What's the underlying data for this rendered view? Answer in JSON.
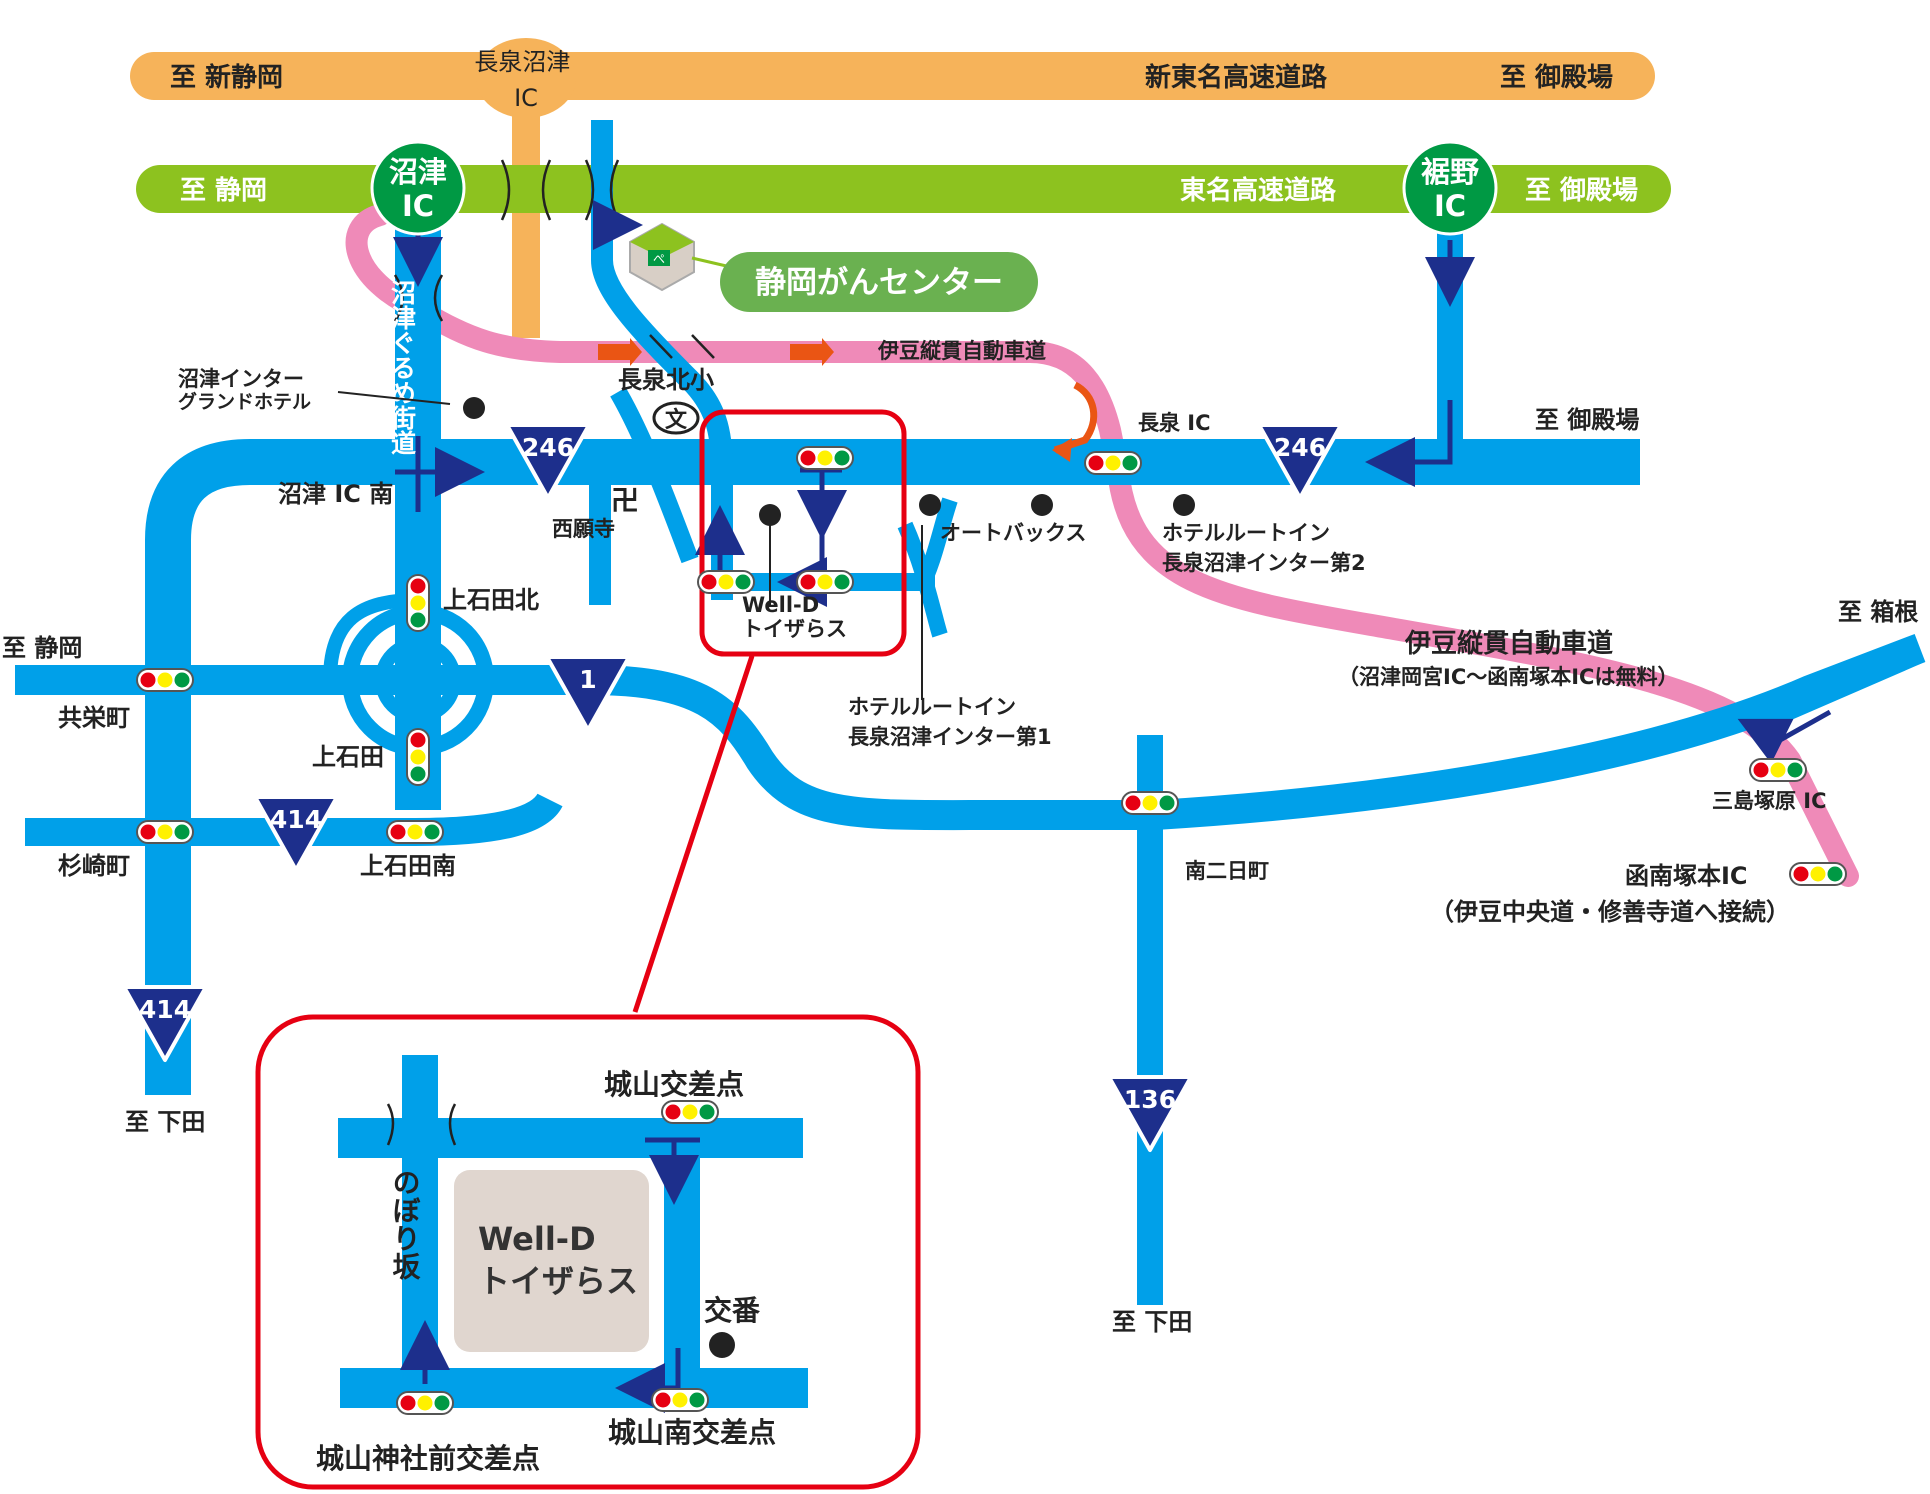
{
  "highways": {
    "shin_tomei": {
      "left": "至 新静岡",
      "name": "新東名高速道路",
      "right": "至 御殿場",
      "ic": "長泉沼津\nIC"
    },
    "tomei": {
      "left": "至 静岡",
      "name": "東名高速道路",
      "right": "至 御殿場",
      "ic_left": "沼津\nIC",
      "ic_right": "裾野\nIC"
    }
  },
  "center": {
    "name": "静岡がんセンター",
    "icon_text": "ぺ"
  },
  "labels": {
    "gurume": "沼津ぐるめ街道",
    "izu_jukan": "伊豆縦貫自動車道",
    "nagaizumi_ic": "長泉 IC",
    "to_gotemba": "至 御殿場",
    "nagaizumi_kita": "長泉北小",
    "school_symbol": "文",
    "numazu_ic_minami": "沼津 IC 南",
    "saiganji": "西願寺",
    "temple_symbol": "卍",
    "numazu_inter_hotel_1": "沼津インター",
    "numazu_inter_hotel_2": "グランドホテル",
    "autobacs": "オートバックス",
    "hotel2_1": "ホテルルートイン",
    "hotel2_2": "長泉沼津インター第2",
    "hotel1_1": "ホテルルートイン",
    "hotel1_2": "長泉沼津インター第1",
    "welld_1": "Well-D",
    "welld_2": "トイザらス",
    "kamiishida_kita": "上石田北",
    "to_shizuoka": "至 静岡",
    "kyoeicho": "共栄町",
    "kamiishida": "上石田",
    "suginozakicho": "杉崎町",
    "kamiishida_minami": "上石田南",
    "to_shimoda_left": "至 下田",
    "to_shimoda_right": "至 下田",
    "izu_jukan_2": "伊豆縦貫自動車道",
    "izu_jukan_note": "（沼津岡宮IC〜函南塚本ICは無料）",
    "to_hakone": "至 箱根",
    "mishima_tsukahara": "三島塚原 IC",
    "minami_futsukacho": "南二日町",
    "kannami_1": "函南塚本IC",
    "kannami_2": "（伊豆中央道・修善寺道へ接続）"
  },
  "routes": {
    "r246": "246",
    "r1": "1",
    "r414": "414",
    "r136": "136"
  },
  "inset": {
    "noborizaka": "のぼり坂",
    "welld_1": "Well-D",
    "welld_2": "トイザらス",
    "shiroyama": "城山交差点",
    "koban": "交番",
    "shiroyama_minami": "城山南交差点",
    "shiroyama_jinja": "城山神社前交差点"
  },
  "colors": {
    "road": "#00a0e9",
    "shin_tomei": "#f6b35a",
    "tomei": "#8dc21f",
    "izu_jukan": "#ef8ab8",
    "ic_circle": "#009944",
    "route_shield": "#1d2f8c",
    "highlight": "#e60012",
    "building": "#e0d6cf"
  }
}
